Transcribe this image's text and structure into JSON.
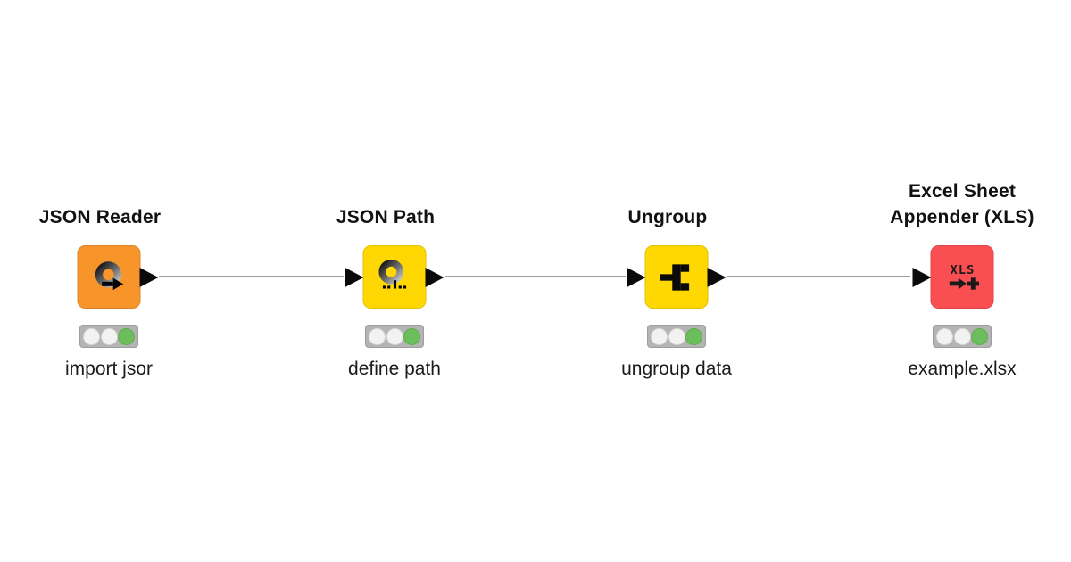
{
  "workflow": {
    "background": "#ffffff",
    "connection_color": "#9e9e9e",
    "port_color": "#0a0a0a"
  },
  "traffic_light": {
    "bar_color": "#b4b4b4",
    "off_color": "#f2f2f2",
    "green_color": "#6cbe5c"
  },
  "nodes": [
    {
      "title": "JSON Reader",
      "label": "import jsor",
      "color": "#f7952b",
      "icon": "json-reader-icon",
      "status": [
        "off",
        "off",
        "green"
      ]
    },
    {
      "title": "JSON Path",
      "label": "define path",
      "color": "#ffd703",
      "icon": "json-path-icon",
      "status": [
        "off",
        "off",
        "green"
      ]
    },
    {
      "title": "Ungroup",
      "label": "ungroup data",
      "color": "#ffd703",
      "icon": "ungroup-icon",
      "status": [
        "off",
        "off",
        "green"
      ]
    },
    {
      "title": "Excel Sheet Appender (XLS)",
      "label": "example.xlsx",
      "color": "#f94f53",
      "icon": "excel-appender-icon",
      "icon_text": "XLS",
      "status": [
        "off",
        "off",
        "green"
      ]
    }
  ]
}
